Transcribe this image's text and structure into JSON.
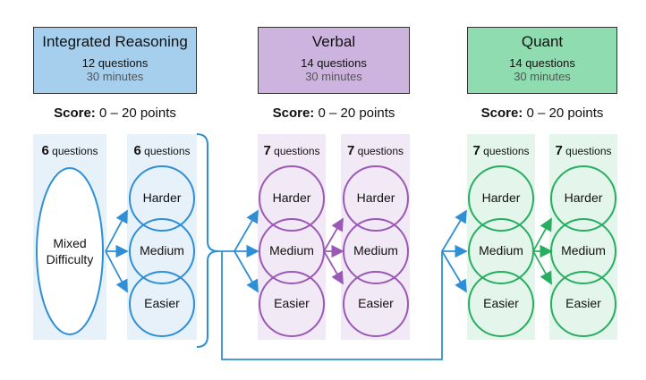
{
  "sections": [
    {
      "title": "Integrated Reasoning",
      "questions": "12 questions",
      "minutes": "30 minutes",
      "color": "#a6cfee",
      "accent": "#2e8fd6",
      "column": "#e7f1fa"
    },
    {
      "title": "Verbal",
      "questions": "14 questions",
      "minutes": "30 minutes",
      "color": "#cdb4df",
      "accent": "#9b59b6",
      "column": "#f1e9f6"
    },
    {
      "title": "Quant",
      "questions": "14 questions",
      "minutes": "30 minutes",
      "color": "#8fdcb0",
      "accent": "#27ae60",
      "column": "#e4f6eb"
    }
  ],
  "score": {
    "label": "Score:",
    "range": "0 – 20 points"
  },
  "question_labels": [
    {
      "count": "6",
      "unit": "questions"
    },
    {
      "count": "6",
      "unit": "questions"
    },
    {
      "count": "7",
      "unit": "questions"
    },
    {
      "count": "7",
      "unit": "questions"
    },
    {
      "count": "7",
      "unit": "questions"
    },
    {
      "count": "7",
      "unit": "questions"
    }
  ],
  "mixed": {
    "line1": "Mixed",
    "line2": "Difficulty"
  },
  "levels": {
    "harder": "Harder",
    "medium": "Medium",
    "easier": "Easier"
  }
}
